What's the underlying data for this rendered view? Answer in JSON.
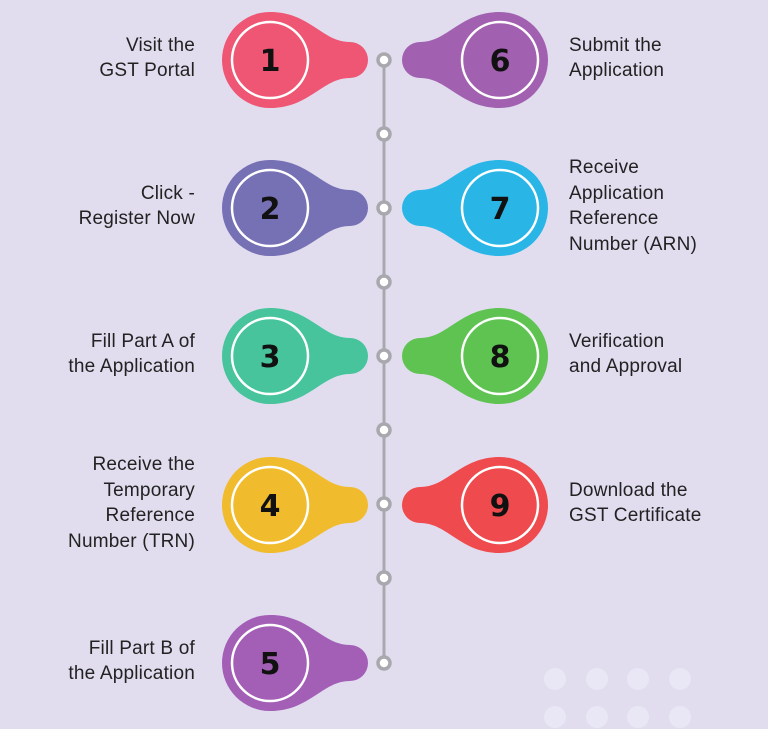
{
  "title": "GST Registration Steps",
  "steps": [
    {
      "number": "1",
      "lines": [
        "Visit the",
        "GST Portal"
      ],
      "side": "left",
      "color": "#ee5673"
    },
    {
      "number": "2",
      "lines": [
        "Click -",
        "Register Now"
      ],
      "side": "left",
      "color": "#7670b4"
    },
    {
      "number": "3",
      "lines": [
        "Fill Part A of",
        "the Application"
      ],
      "side": "left",
      "color": "#47c49b"
    },
    {
      "number": "4",
      "lines": [
        "Receive the",
        "Temporary",
        "Reference",
        "Number (TRN)"
      ],
      "side": "left",
      "color": "#f0bb2c"
    },
    {
      "number": "5",
      "lines": [
        "Fill Part B of",
        "the Application"
      ],
      "side": "left",
      "color": "#a35fb6"
    },
    {
      "number": "6",
      "lines": [
        "Submit the",
        "Application"
      ],
      "side": "right",
      "color": "#a261b0"
    },
    {
      "number": "7",
      "lines": [
        "Receive",
        "Application",
        "Reference",
        "Number (ARN)"
      ],
      "side": "right",
      "color": "#29b6e7"
    },
    {
      "number": "8",
      "lines": [
        "Verification",
        "and Approval"
      ],
      "side": "right",
      "color": "#5ec351"
    },
    {
      "number": "9",
      "lines": [
        "Download the",
        "GST Certificate"
      ],
      "side": "right",
      "color": "#ef4a4d"
    }
  ],
  "colors": {
    "background": "#e1ddef",
    "timeline": "#a9a9ad",
    "decor_dots": "#e9e7f5"
  }
}
